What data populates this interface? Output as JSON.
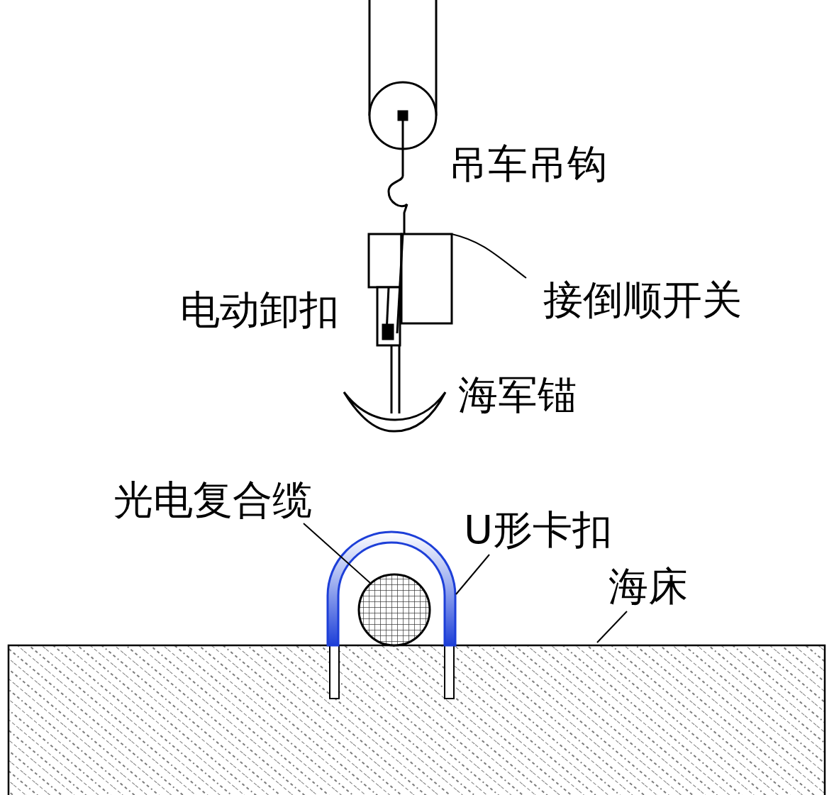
{
  "diagram": {
    "labels": [
      "吊车吊钩",
      "接倒顺开关",
      "电动卸扣",
      "海军锚",
      "光电复合缆",
      "U形卡扣",
      "海床"
    ]
  }
}
